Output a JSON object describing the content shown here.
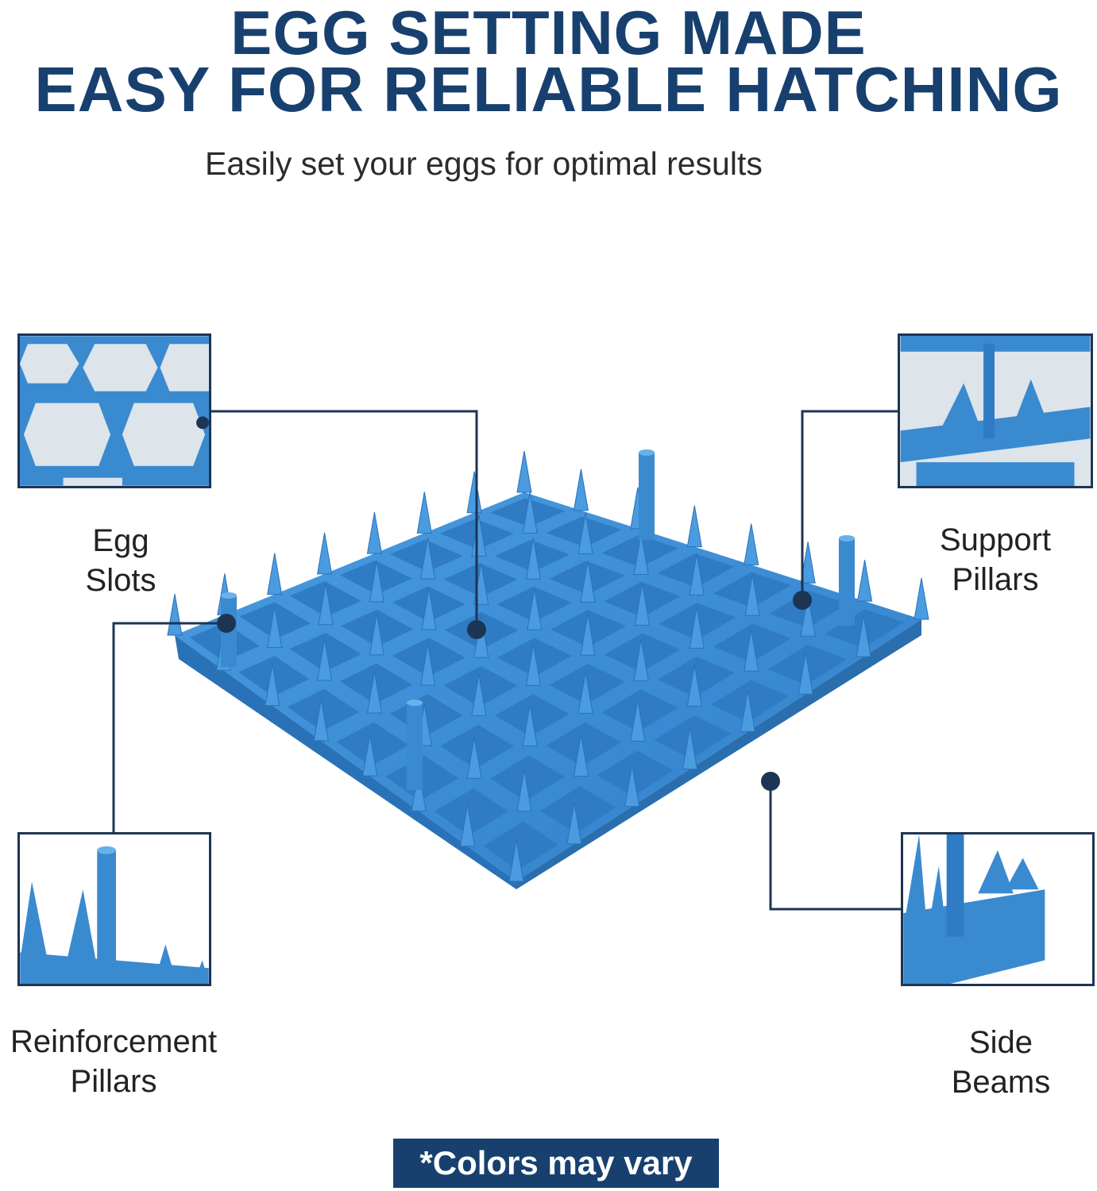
{
  "header": {
    "title_line1": "EGG SETTING MADE",
    "title_line2": "EASY FOR RELIABLE HATCHING",
    "subtitle": "Easily set your eggs for optimal results"
  },
  "callouts": {
    "egg_slots": {
      "line1": "Egg",
      "line2": "Slots"
    },
    "support_pillars": {
      "line1": "Support",
      "line2": "Pillars"
    },
    "reinforcement_pillars": {
      "line1": "Reinforcement",
      "line2": "Pillars"
    },
    "side_beams": {
      "line1": "Side",
      "line2": "Beams"
    }
  },
  "footer": {
    "note": "*Colors may vary"
  },
  "colors": {
    "headline": "#17406f",
    "tray_blue": "#3b8fd6",
    "tray_dark": "#2a72b8",
    "connector": "#1d3554",
    "note_bg": "#17406f"
  }
}
